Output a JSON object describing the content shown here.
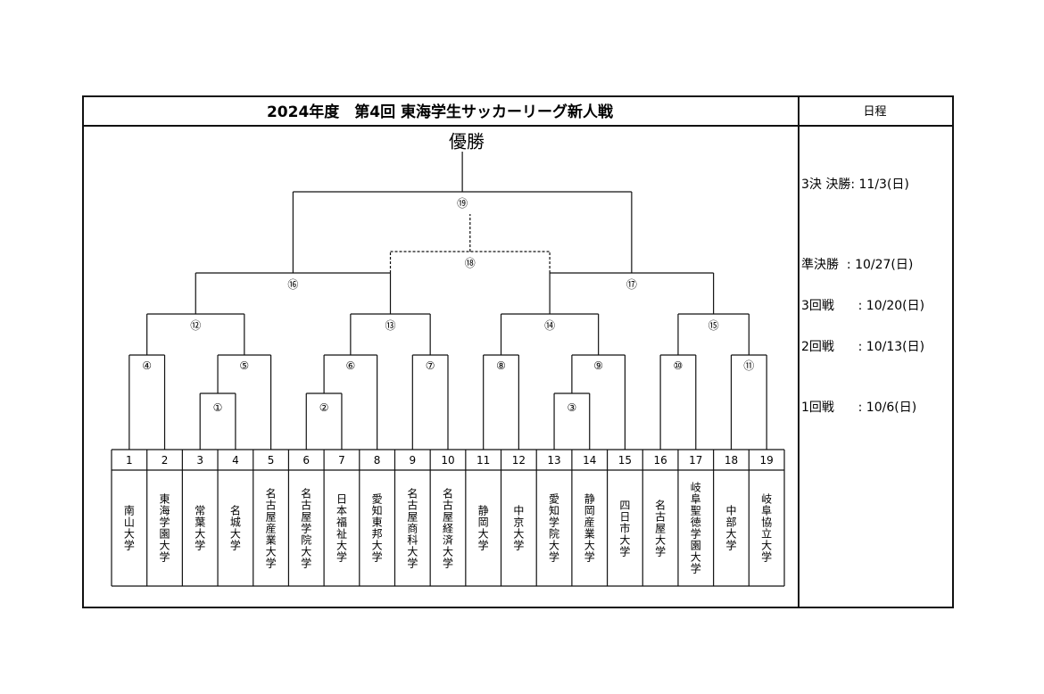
{
  "title": "2024年度　第4回 東海学生サッカーリーグ新人戦",
  "schedule_header": "日程",
  "champion_label": "優勝",
  "schedule": [
    {
      "round": "3決 決勝",
      "date": ": 11/3(日)"
    },
    {
      "round": "準決勝",
      "date": ": 10/27(日)"
    },
    {
      "round": "3回戦",
      "date": ": 10/20(日)"
    },
    {
      "round": "2回戦",
      "date": ": 10/13(日)"
    },
    {
      "round": "1回戦",
      "date": ": 10/6(日)"
    }
  ],
  "teams": [
    {
      "no": "1",
      "name": "南山大学"
    },
    {
      "no": "2",
      "name": "東海学園大学"
    },
    {
      "no": "3",
      "name": "常葉大学"
    },
    {
      "no": "4",
      "name": "名城大学"
    },
    {
      "no": "5",
      "name": "名古屋産業大学"
    },
    {
      "no": "6",
      "name": "名古屋学院大学"
    },
    {
      "no": "7",
      "name": "日本福祉大学"
    },
    {
      "no": "8",
      "name": "愛知東邦大学"
    },
    {
      "no": "9",
      "name": "名古屋商科大学"
    },
    {
      "no": "10",
      "name": "名古屋経済大学"
    },
    {
      "no": "11",
      "name": "静岡大学"
    },
    {
      "no": "12",
      "name": "中京大学"
    },
    {
      "no": "13",
      "name": "愛知学院大学"
    },
    {
      "no": "14",
      "name": "静岡産業大学"
    },
    {
      "no": "15",
      "name": "四日市大学"
    },
    {
      "no": "16",
      "name": "名古屋大学"
    },
    {
      "no": "17",
      "name": "岐阜聖徳学園大学"
    },
    {
      "no": "18",
      "name": "中部大学"
    },
    {
      "no": "19",
      "name": "岐阜協立大学"
    }
  ],
  "matches": [
    "①",
    "②",
    "③",
    "④",
    "⑤",
    "⑥",
    "⑦",
    "⑧",
    "⑨",
    "⑩",
    "⑪",
    "⑫",
    "⑬",
    "⑭",
    "⑮",
    "⑯",
    "⑰",
    "⑱",
    "⑲"
  ]
}
